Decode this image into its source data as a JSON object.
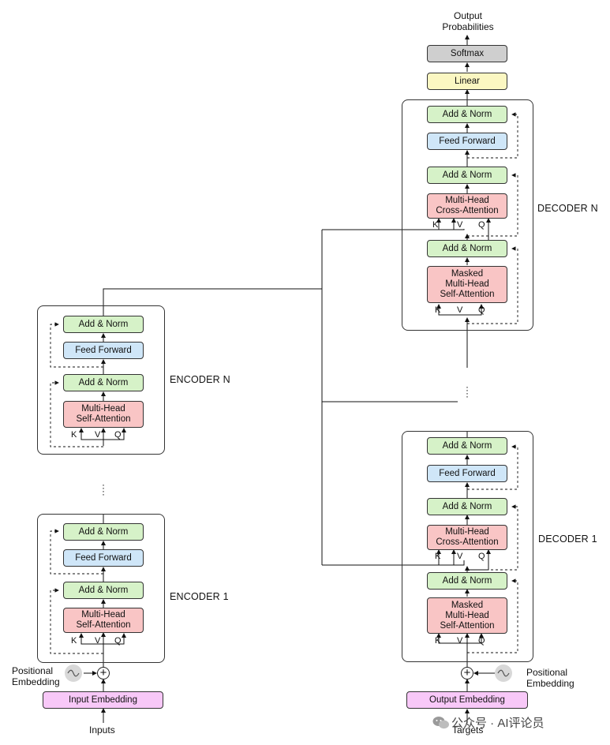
{
  "output_probabilities": "Output\nProbabilities",
  "softmax": "Softmax",
  "linear": "Linear",
  "add_norm": "Add & Norm",
  "feed_forward": "Feed Forward",
  "mh_cross": "Multi-Head\nCross-Attention",
  "mh_self": "Multi-Head\nSelf-Attention",
  "masked_mh_self": "Masked\nMulti-Head\nSelf-Attention",
  "k": "K",
  "v": "V",
  "q": "Q",
  "decoder_n": "DECODER N",
  "decoder_1": "DECODER 1",
  "encoder_n": "ENCODER N",
  "encoder_1": "ENCODER 1",
  "positional_embedding": "Positional\nEmbedding",
  "input_embedding": "Input Embedding",
  "output_embedding": "Output Embedding",
  "inputs": "Inputs",
  "targets": "Targets",
  "watermark": "公众号 · AI评论员",
  "colors": {
    "add_norm": "#d6f2c8",
    "feed_forward": "#cfe6f8",
    "attention": "#f9c5c5",
    "linear": "#fbf7c2",
    "softmax": "#cfcfcf",
    "embedding": "#f8c8f8"
  }
}
